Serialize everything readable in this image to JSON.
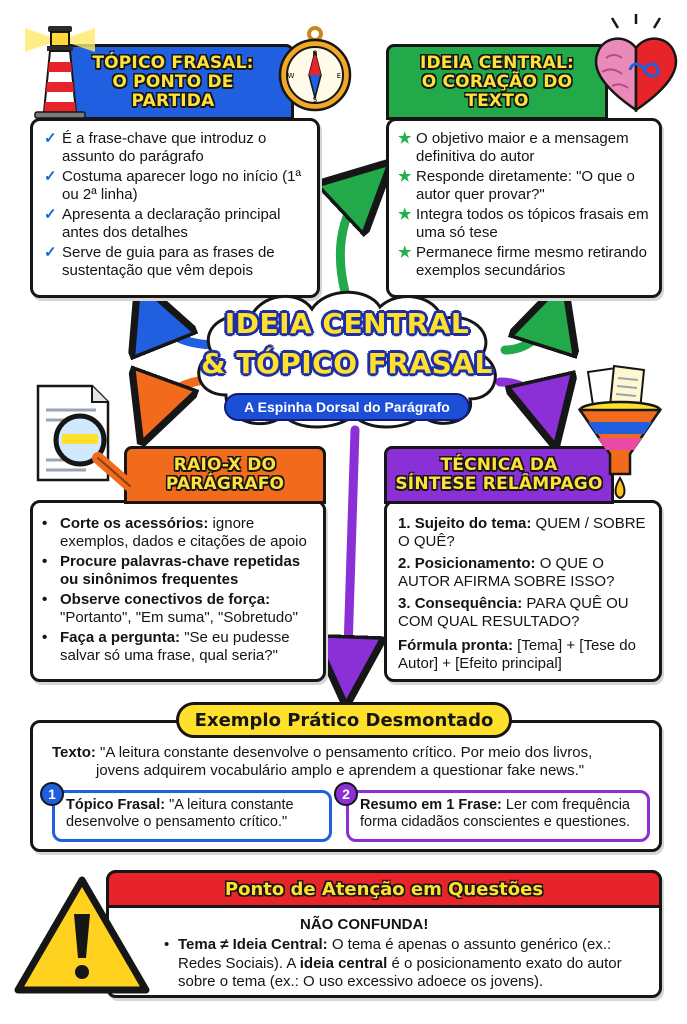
{
  "center": {
    "title_line1": "IDEIA CENTRAL",
    "title_line2": "& TÓPICO FRASAL",
    "subtitle": "A Espinha Dorsal do Parágrafo"
  },
  "topico": {
    "title_line1": "TÓPICO FRASAL:",
    "title_line2": "O PONTO DE",
    "title_line3": "PARTIDA",
    "items": [
      "É a frase-chave que introduz o assunto do parágrafo",
      "Costuma aparecer logo no início (1ª ou 2ª linha)",
      "Apresenta a declaração principal antes dos detalhes",
      "Serve de guia para as frases de sustentação que vêm depois"
    ]
  },
  "ideia": {
    "title_line1": "IDEIA CENTRAL:",
    "title_line2": "O CORAÇÃO DO",
    "title_line3": "TEXTO",
    "items": [
      "O objetivo maior e a mensagem definitiva do autor",
      "Responde diretamente: \"O que o autor quer provar?\"",
      "Integra todos os tópicos frasais em uma só tese",
      "Permanece firme mesmo retirando exemplos secundários"
    ]
  },
  "raiox": {
    "title_line1": "RAIO-X DO",
    "title_line2": "PARÁGRAFO",
    "items": [
      {
        "bold": "Corte os acessórios:",
        "rest": " ignore exemplos, dados e citações de apoio"
      },
      {
        "bold": "Procure palavras-chave repetidas ou sinônimos frequentes",
        "rest": ""
      },
      {
        "bold": "Observe conectivos de força:",
        "rest": " \"Portanto\", \"Em suma\", \"Sobretudo\""
      },
      {
        "bold": "Faça a pergunta:",
        "rest": " \"Se eu pudesse salvar só uma frase, qual seria?\""
      }
    ]
  },
  "sintese": {
    "title_line1": "TÉCNICA DA",
    "title_line2": "SÍNTESE RELÂMPAGO",
    "items": [
      {
        "num": "1.",
        "bold": "Sujeito do tema:",
        "rest": " QUEM / SOBRE O QUÊ?"
      },
      {
        "num": "2.",
        "bold": "Posicionamento:",
        "rest": " O QUE O AUTOR AFIRMA SOBRE ISSO?"
      },
      {
        "num": "3.",
        "bold": "Consequência:",
        "rest": " PARA QUÊ OU COM QUAL RESULTADO?"
      }
    ],
    "formula_bold": "Fórmula pronta:",
    "formula_rest": " [Tema] + [Tese do Autor] + [Efeito principal]"
  },
  "exemplo": {
    "title": "Exemplo Prático Desmontado",
    "texto_label": "Texto:",
    "texto_line1": " \"A leitura constante desenvolve o pensamento crítico. Por meio dos livros,",
    "texto_line2": "jovens adquirem vocabulário amplo e aprendem a questionar fake news.\"",
    "box1_num": "1",
    "box1_bold": "Tópico Frasal:",
    "box1_rest": " \"A leitura constante desenvolve o pensamento crítico.\"",
    "box2_num": "2",
    "box2_bold": "Resumo em 1 Frase:",
    "box2_rest": " Ler com frequência forma cidadãos conscientes e questiones."
  },
  "atencao": {
    "title": "Ponto de Atenção em Questões",
    "subtitle": "NÃO CONFUNDA!",
    "p_bold1": "Tema ≠ Ideia Central:",
    "p_text1": " O tema é apenas o assunto genérico (ex.: Redes Sociais). A ",
    "p_bold2": "ideia central",
    "p_text2": " é o posicionamento exato do autor sobre o tema (ex.: O uso excessivo adoece os jovens)."
  },
  "icons": {
    "lighthouse": "lighthouse-icon",
    "compass": "compass-icon",
    "brain_heart": "brain-heart-icon",
    "magnifier": "magnifier-document-icon",
    "funnel": "funnel-icon",
    "warning": "warning-icon"
  },
  "colors": {
    "blue": "#1f5fe0",
    "green": "#22a94a",
    "orange": "#f26b1d",
    "purple": "#8b2fd6",
    "red": "#e8242b",
    "yellow": "#ffe02b"
  }
}
